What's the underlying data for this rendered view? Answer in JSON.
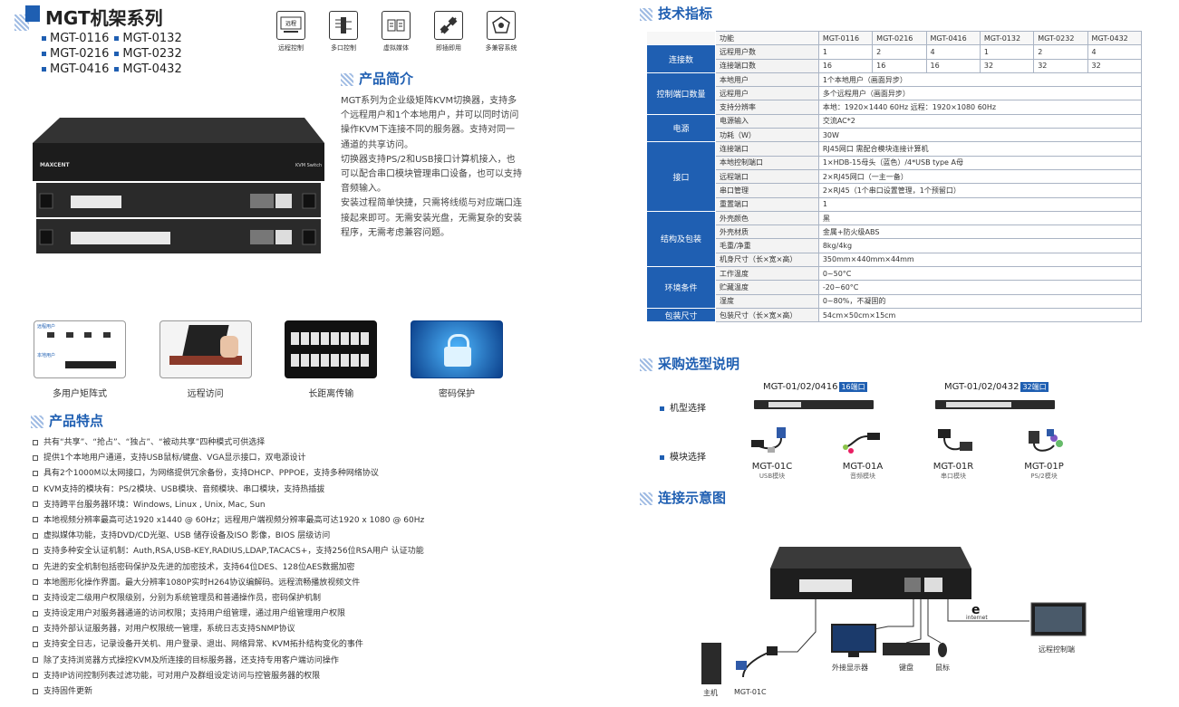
{
  "header": {
    "title": "MGT机架系列",
    "models": [
      "MGT-0116",
      "MGT-0132",
      "MGT-0216",
      "MGT-0232",
      "MGT-0416",
      "MGT-0432"
    ],
    "feature_icons": [
      {
        "label": "远程控制",
        "icon": "remote-control-icon",
        "inner": "远程"
      },
      {
        "label": "多口控制",
        "icon": "multi-port-icon"
      },
      {
        "label": "虚拟媒体",
        "icon": "virtual-media-icon"
      },
      {
        "label": "即插即用",
        "icon": "plug-play-icon"
      },
      {
        "label": "多兼容系统",
        "icon": "multi-os-icon"
      }
    ]
  },
  "device": {
    "brand": "MAXCENT",
    "name": "KVM Switch"
  },
  "intro": {
    "title": "产品简介",
    "paragraphs": [
      "MGT系列为企业级矩阵KVM切换器，支持多个远程用户和1个本地用户，并可以同时访问操作KVM下连接不同的服务器。支持对同一通道的共享访问。",
      "切换器支持PS/2和USB接口计算机接入，也可以配合串口模块管理串口设备，也可以支持音频输入。",
      "安装过程简单快捷，只需将线缆与对应端口连接起来即可。无需安装光盘，无需复杂的安装程序，无需考虑兼容问题。"
    ]
  },
  "thumbs": [
    {
      "label": "多用户矩阵式",
      "sub_remote": "远程用户",
      "sub_local": "本地用户"
    },
    {
      "label": "远程访问"
    },
    {
      "label": "长距离传输"
    },
    {
      "label": "密码保护"
    }
  ],
  "features": {
    "title": "产品特点",
    "items": [
      "共有“共享”、“抢占”、“独占”、“被动共享”四种模式可供选择",
      "提供1个本地用户通道，支持USB鼠标/键盘、VGA显示接口，双电源设计",
      "具有2个1000M以太网接口，为网络提供冗余备份，支持DHCP、PPPOE，支持多种网络协议",
      "KVM支持的模块有：PS/2模块、USB模块、音频模块、串口模块，支持热插拔",
      "支持跨平台服务器环境：Windows, Linux , Unix, Mac, Sun",
      "本地视频分辨率最高可达1920 x1440 @ 60Hz；远程用户端视频分辨率最高可达1920 x 1080 @ 60Hz",
      "虚拟媒体功能，支持DVD/CD光驱、USB 储存设备及ISO 影像，BIOS 层级访问",
      "支持多种安全认证机制：Auth,RSA,USB-KEY,RADIUS,LDAP,TACACS+，支持256位RSA用户 认证功能",
      "先进的安全机制包括密码保护及先进的加密技术，支持64位DES、128位AES数据加密",
      "本地图形化操作界面。最大分辨率1080P实时H264协议编解码。远程流畅播放视频文件",
      "支持设定二级用户权限级别，分别为系统管理员和普通操作员，密码保护机制",
      "支持设定用户对服务器通道的访问权限；支持用户组管理，通过用户组管理用户权限",
      "支持外部认证服务器，对用户权限统一管理，系统日志支持SNMP协议",
      "支持安全日志，记录设备开关机、用户登录、退出、网络异常、KVM拓扑结构变化的事件",
      "除了支持浏览器方式操控KVM及所连接的目标服务器，还支持专用客户端访问操作",
      "支持IP访问控制列表过滤功能，可对用户及群组设定访问与控管服务器的权限",
      "支持固件更新"
    ]
  },
  "spec": {
    "title": "技术指标",
    "header": [
      "功能",
      "MGT-0116",
      "MGT-0216",
      "MGT-0416",
      "MGT-0132",
      "MGT-0232",
      "MGT-0432"
    ],
    "groups": [
      {
        "category": "连接数",
        "rows": [
          {
            "item": "远程用户数",
            "values": [
              "1",
              "2",
              "4",
              "1",
              "2",
              "4"
            ]
          },
          {
            "item": "连接端口数",
            "values": [
              "16",
              "16",
              "16",
              "32",
              "32",
              "32"
            ]
          }
        ]
      },
      {
        "category": "控制端口数量",
        "rows": [
          {
            "item": "本地用户",
            "span": "1个本地用户（画面异步）"
          },
          {
            "item": "远程用户",
            "span": "多个远程用户（画面异步）"
          },
          {
            "item": "支持分辨率",
            "span": "本地：1920×1440 60Hz  远程：1920×1080  60Hz"
          }
        ]
      },
      {
        "category": "电源",
        "rows": [
          {
            "item": "电源输入",
            "span": "交流AC*2"
          },
          {
            "item": "功耗（W）",
            "span": "30W"
          }
        ]
      },
      {
        "category": "接口",
        "rows": [
          {
            "item": "连接端口",
            "span": "RJ45网口  需配合模块连接计算机"
          },
          {
            "item": "本地控制端口",
            "span": "1×HDB-15母头（蓝色）/4*USB type A母"
          },
          {
            "item": "远程端口",
            "span": "2×RJ45网口（一主一备）"
          },
          {
            "item": "串口管理",
            "span": "2×RJ45（1个串口设置管理，1个预留口）"
          },
          {
            "item": "重置端口",
            "span": "1"
          }
        ]
      },
      {
        "category": "结构及包装",
        "rows": [
          {
            "item": "外壳颜色",
            "span": "黑"
          },
          {
            "item": "外壳材质",
            "span": "金属+防火级ABS"
          },
          {
            "item": "毛重/净重",
            "span": "8kg/4kg"
          },
          {
            "item": "机身尺寸（长×宽×高）",
            "span": "350mm×440mm×44mm"
          }
        ]
      },
      {
        "category": "环境条件",
        "rows": [
          {
            "item": "工作温度",
            "span": "0~50°C"
          },
          {
            "item": "贮藏温度",
            "span": "-20~60°C"
          },
          {
            "item": "湿度",
            "span": "0~80%，不凝固的"
          }
        ]
      },
      {
        "category": "包装尺寸",
        "rows": [
          {
            "item": "包装尺寸（长×宽×高）",
            "span": "54cm×50cm×15cm"
          }
        ]
      }
    ]
  },
  "purchase": {
    "title": "采购选型说明",
    "chassis_label": "机型选择",
    "module_label": "模块选择",
    "chassis": [
      {
        "name": "MGT-01/02/0416",
        "tag": "16端口"
      },
      {
        "name": "MGT-01/02/0432",
        "tag": "32端口"
      }
    ],
    "modules": [
      {
        "name": "MGT-01C",
        "desc": "USB模块"
      },
      {
        "name": "MGT-01A",
        "desc": "音频模块"
      },
      {
        "name": "MGT-01R",
        "desc": "串口模块"
      },
      {
        "name": "MGT-01P",
        "desc": "PS/2模块"
      }
    ]
  },
  "connection": {
    "title": "连接示意图",
    "labels": {
      "monitor": "外接显示器",
      "keyboard": "键盘",
      "mouse": "鼠标",
      "host": "主机",
      "module": "MGT-01C",
      "remote": "远程控制端",
      "internet": "internet"
    }
  },
  "colors": {
    "accent": "#1f5fb2",
    "hatch": "#9fbbe3"
  }
}
